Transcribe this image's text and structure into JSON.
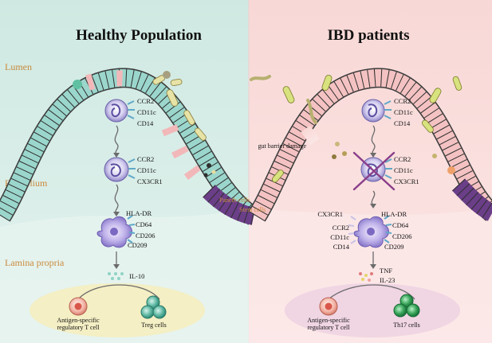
{
  "titles": {
    "left": "Healthy Population",
    "right": "IBD patients"
  },
  "regions": {
    "lumen": "Lumen",
    "epithelium": "Epithelium",
    "lamina_propria": "Lamina propria"
  },
  "healthy": {
    "monocyte_markers": [
      "CCR2",
      "CD11c",
      "CD14"
    ],
    "transitional_markers": [
      "CCR2",
      "CD11c",
      "CX3CR1"
    ],
    "macrophage_markers": [
      "HLA-DR",
      "CD64",
      "CD206",
      "CD209"
    ],
    "cytokine": "IL-10",
    "paneth_label": "Paneth cells",
    "stem_label": "Stem cells",
    "treg_source_label": "Antigen-specific\nregulatory T cell",
    "treg_label": "Treg cells"
  },
  "ibd": {
    "barrier_label": "gut barrier damage",
    "monocyte_markers": [
      "CCR2",
      "CD11c",
      "CD14"
    ],
    "transitional_markers": [
      "CCR2",
      "CD11c",
      "CX3CR1"
    ],
    "macrophage_markers_left": [
      "CX3CR1",
      "CCR2",
      "CD11c",
      "CD14"
    ],
    "macrophage_markers_right": [
      "HLA-DR",
      "CD64",
      "CD206",
      "CD209"
    ],
    "cytokines": [
      "TNF",
      "IL-23"
    ],
    "th17_source_label": "Antigen-specific\nregulatory T cell",
    "th17_label": "Th17 cells"
  },
  "colors": {
    "left_bg": "#d7ece6",
    "right_bg": "#f9dedd",
    "region_text": "#c98a3e",
    "epithelium_teal": "#8ccfc5",
    "stem_purple": "#6e3f8a",
    "macrophage_purple": "#9c8fd1",
    "healthy_tcell_oval": "#f4efc4",
    "ibd_tcell_oval": "#f0d5e3"
  }
}
